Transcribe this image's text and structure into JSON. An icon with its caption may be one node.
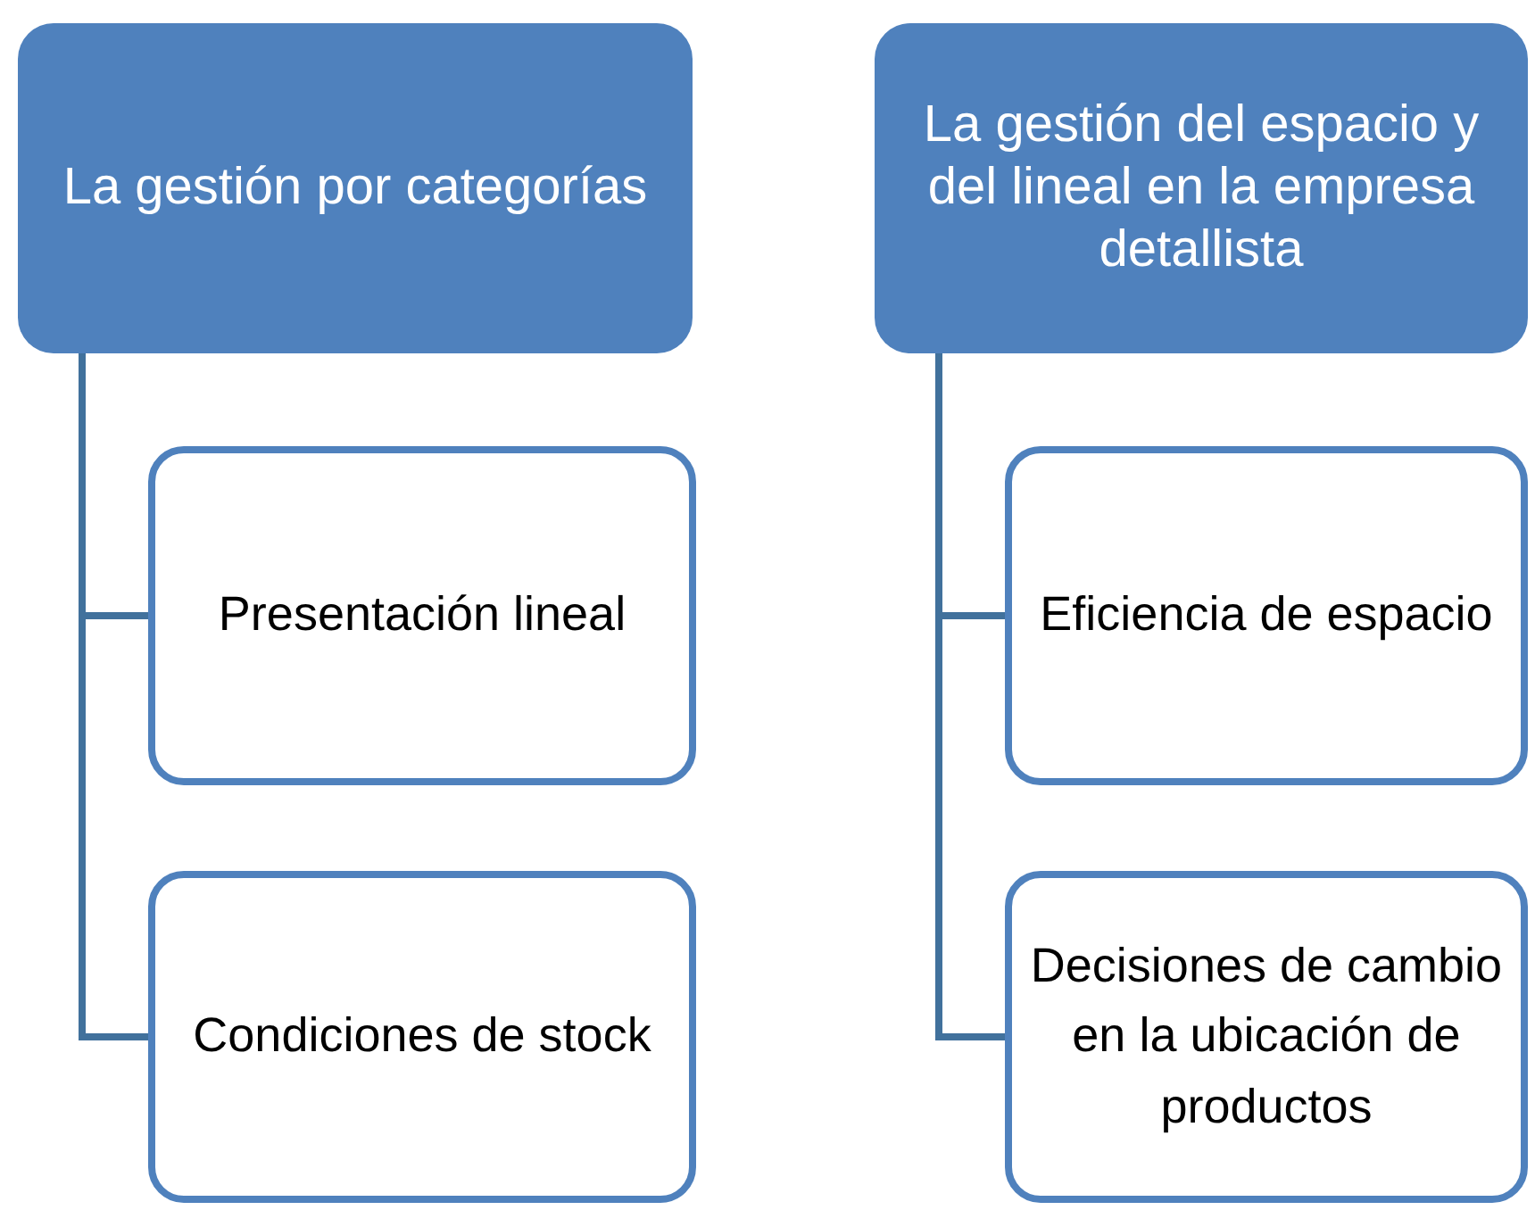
{
  "diagram": {
    "nodes": [
      {
        "text": [
          "La gestión por categorías"
        ]
      },
      {
        "text": [
          "Presentación lineal"
        ]
      },
      {
        "text": [
          "Condiciones de stock"
        ]
      },
      {
        "text": [
          "La gestión del espacio y del lineal en la empresa detallista"
        ]
      },
      {
        "text": [
          "Eficiencia de espacio"
        ]
      },
      {
        "text": [
          "Decisiones de cambio en la ubicación de productos"
        ]
      }
    ],
    "edges": [
      {
        "from": 0,
        "to": 1,
        "arrow": "none"
      },
      {
        "from": 0,
        "to": 2,
        "arrow": "none"
      },
      {
        "from": 3,
        "to": 4,
        "arrow": "none"
      },
      {
        "from": 3,
        "to": 5,
        "arrow": "none"
      }
    ]
  }
}
